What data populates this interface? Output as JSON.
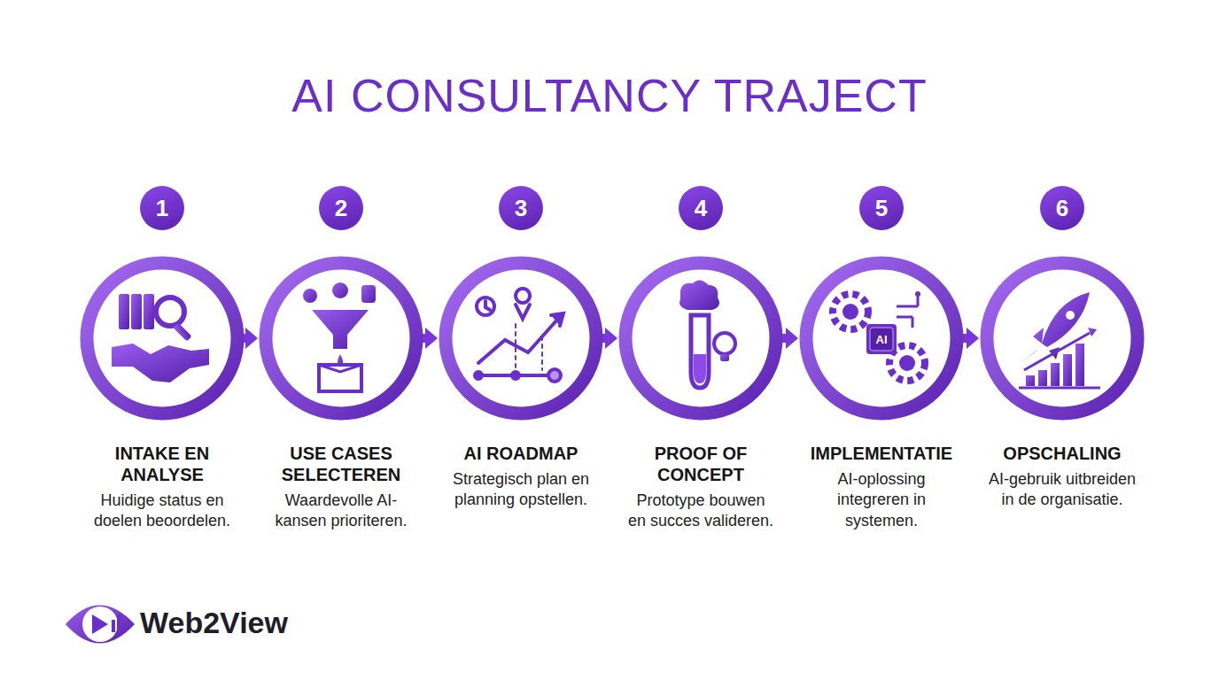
{
  "diagram": {
    "title": "AI CONSULTANCY TRAJECT",
    "nodes": [
      {
        "text": [
          "1"
        ]
      },
      {
        "text": [
          "INTAKE EN ANALYSE",
          "Huidige status en doelen beoordelen."
        ]
      },
      {
        "text": [
          "2"
        ]
      },
      {
        "text": [
          "USE CASES SELECTEREN",
          "Waardevolle AI-kansen prioriteren."
        ]
      },
      {
        "text": [
          "3"
        ]
      },
      {
        "text": [
          "AI ROADMAP",
          "Strategisch plan en planning opstellen."
        ]
      },
      {
        "text": [
          "4"
        ]
      },
      {
        "text": [
          "PROOF OF CONCEPT",
          "Prototype bouwen en succes valideren."
        ]
      },
      {
        "text": [
          "5"
        ]
      },
      {
        "text": [
          "IMPLEMENTATIE",
          "AI-oplossing integreren in systemen."
        ]
      },
      {
        "text": [
          "6"
        ]
      },
      {
        "text": [
          "OPSCHALING",
          "AI-gebruik uitbreiden in de organisatie."
        ]
      }
    ],
    "edges": [
      {
        "from": 1,
        "to": 3,
        "arrow": "to"
      },
      {
        "from": 3,
        "to": 5,
        "arrow": "to"
      },
      {
        "from": 5,
        "to": 7,
        "arrow": "to"
      },
      {
        "from": 7,
        "to": 9,
        "arrow": "to"
      },
      {
        "from": 9,
        "to": 11,
        "arrow": "to"
      }
    ],
    "labels": [
      "AI",
      "Web2View"
    ]
  }
}
